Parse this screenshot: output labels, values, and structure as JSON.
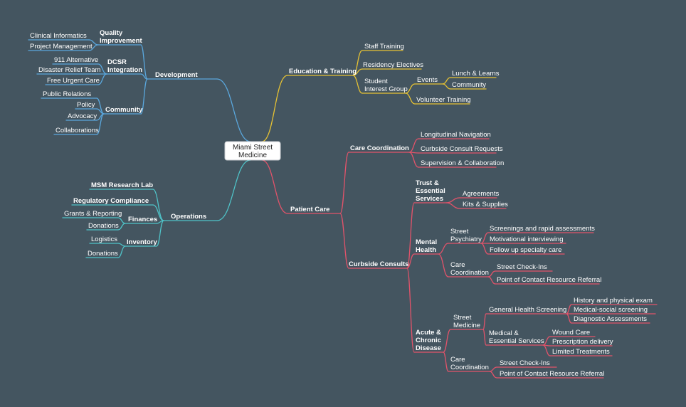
{
  "colors": {
    "background": "#445560",
    "blue": "#5aa7dd",
    "yellow": "#e6c233",
    "red": "#e2536a",
    "teal": "#4fc3c8",
    "root_fill": "#ffffff"
  },
  "mindmap": {
    "root": "Miami Street\nMedicine",
    "development": {
      "label": "Development",
      "quality": {
        "label": "Quality\nImprovement",
        "items": [
          "Clinical Informatics",
          "Project Management"
        ]
      },
      "dcsr": {
        "label": "DCSR\nIntegration",
        "items": [
          "911 Alternative",
          "Disaster Relief Team",
          "Free Urgent Care"
        ]
      },
      "community": {
        "label": "Community",
        "items": [
          "Public Relations",
          "Policy",
          "Advocacy",
          "Collaborations"
        ]
      }
    },
    "operations": {
      "label": "Operations",
      "research": "MSM Research Lab",
      "regulatory": "Regulatory Compliance",
      "finances": {
        "label": "Finances",
        "items": [
          "Grants & Reporting",
          "Donations"
        ]
      },
      "inventory": {
        "label": "Inventory",
        "items": [
          "Logistics",
          "Donations"
        ]
      }
    },
    "education": {
      "label": "Education & Training",
      "staff": "Staff Training",
      "residency": "Residency Electives",
      "sig": {
        "label": "Student\nInterest Group",
        "events": {
          "label": "Events",
          "items": [
            "Lunch & Learns",
            "Community"
          ]
        },
        "volunteer": "Volunteer Training"
      }
    },
    "patient_care": {
      "label": "Patient Care",
      "care_coord": {
        "label": "Care Coordination",
        "items": [
          "Longitudinal Navigation",
          "Curbside Consult Requests",
          "Supervision & Collaboration"
        ]
      },
      "curbside": {
        "label": "Curbside Consults",
        "trust": {
          "label": "Trust &\nEssential\nServices",
          "items": [
            "Agreements",
            "Kits & Supplies"
          ]
        },
        "mental": {
          "label": "Mental\nHealth",
          "psych": {
            "label": "Street\nPsychiatry",
            "items": [
              "Screenings and rapid assessments",
              "Motivational interviewing",
              "Follow up specialty care"
            ]
          },
          "coord": {
            "label": "Care\nCoordination",
            "items": [
              "Street Check-Ins",
              "Point of Contact Resource Referral"
            ]
          }
        },
        "acute": {
          "label": "Acute &\nChronic\nDisease",
          "street": {
            "label": "Street\nMedicine",
            "general": {
              "label": "General Health Screening",
              "items": [
                "History and physical exam",
                "Medical-social screening",
                "Diagnostic Assessments"
              ]
            },
            "essential": {
              "label": "Medical &\nEssential Services",
              "items": [
                "Wound Care",
                "Prescription delivery",
                "Limited Treatments"
              ]
            }
          },
          "coord": {
            "label": "Care\nCoordination",
            "items": [
              "Street Check-Ins",
              "Point of Contact Resource Referral"
            ]
          }
        }
      }
    }
  }
}
